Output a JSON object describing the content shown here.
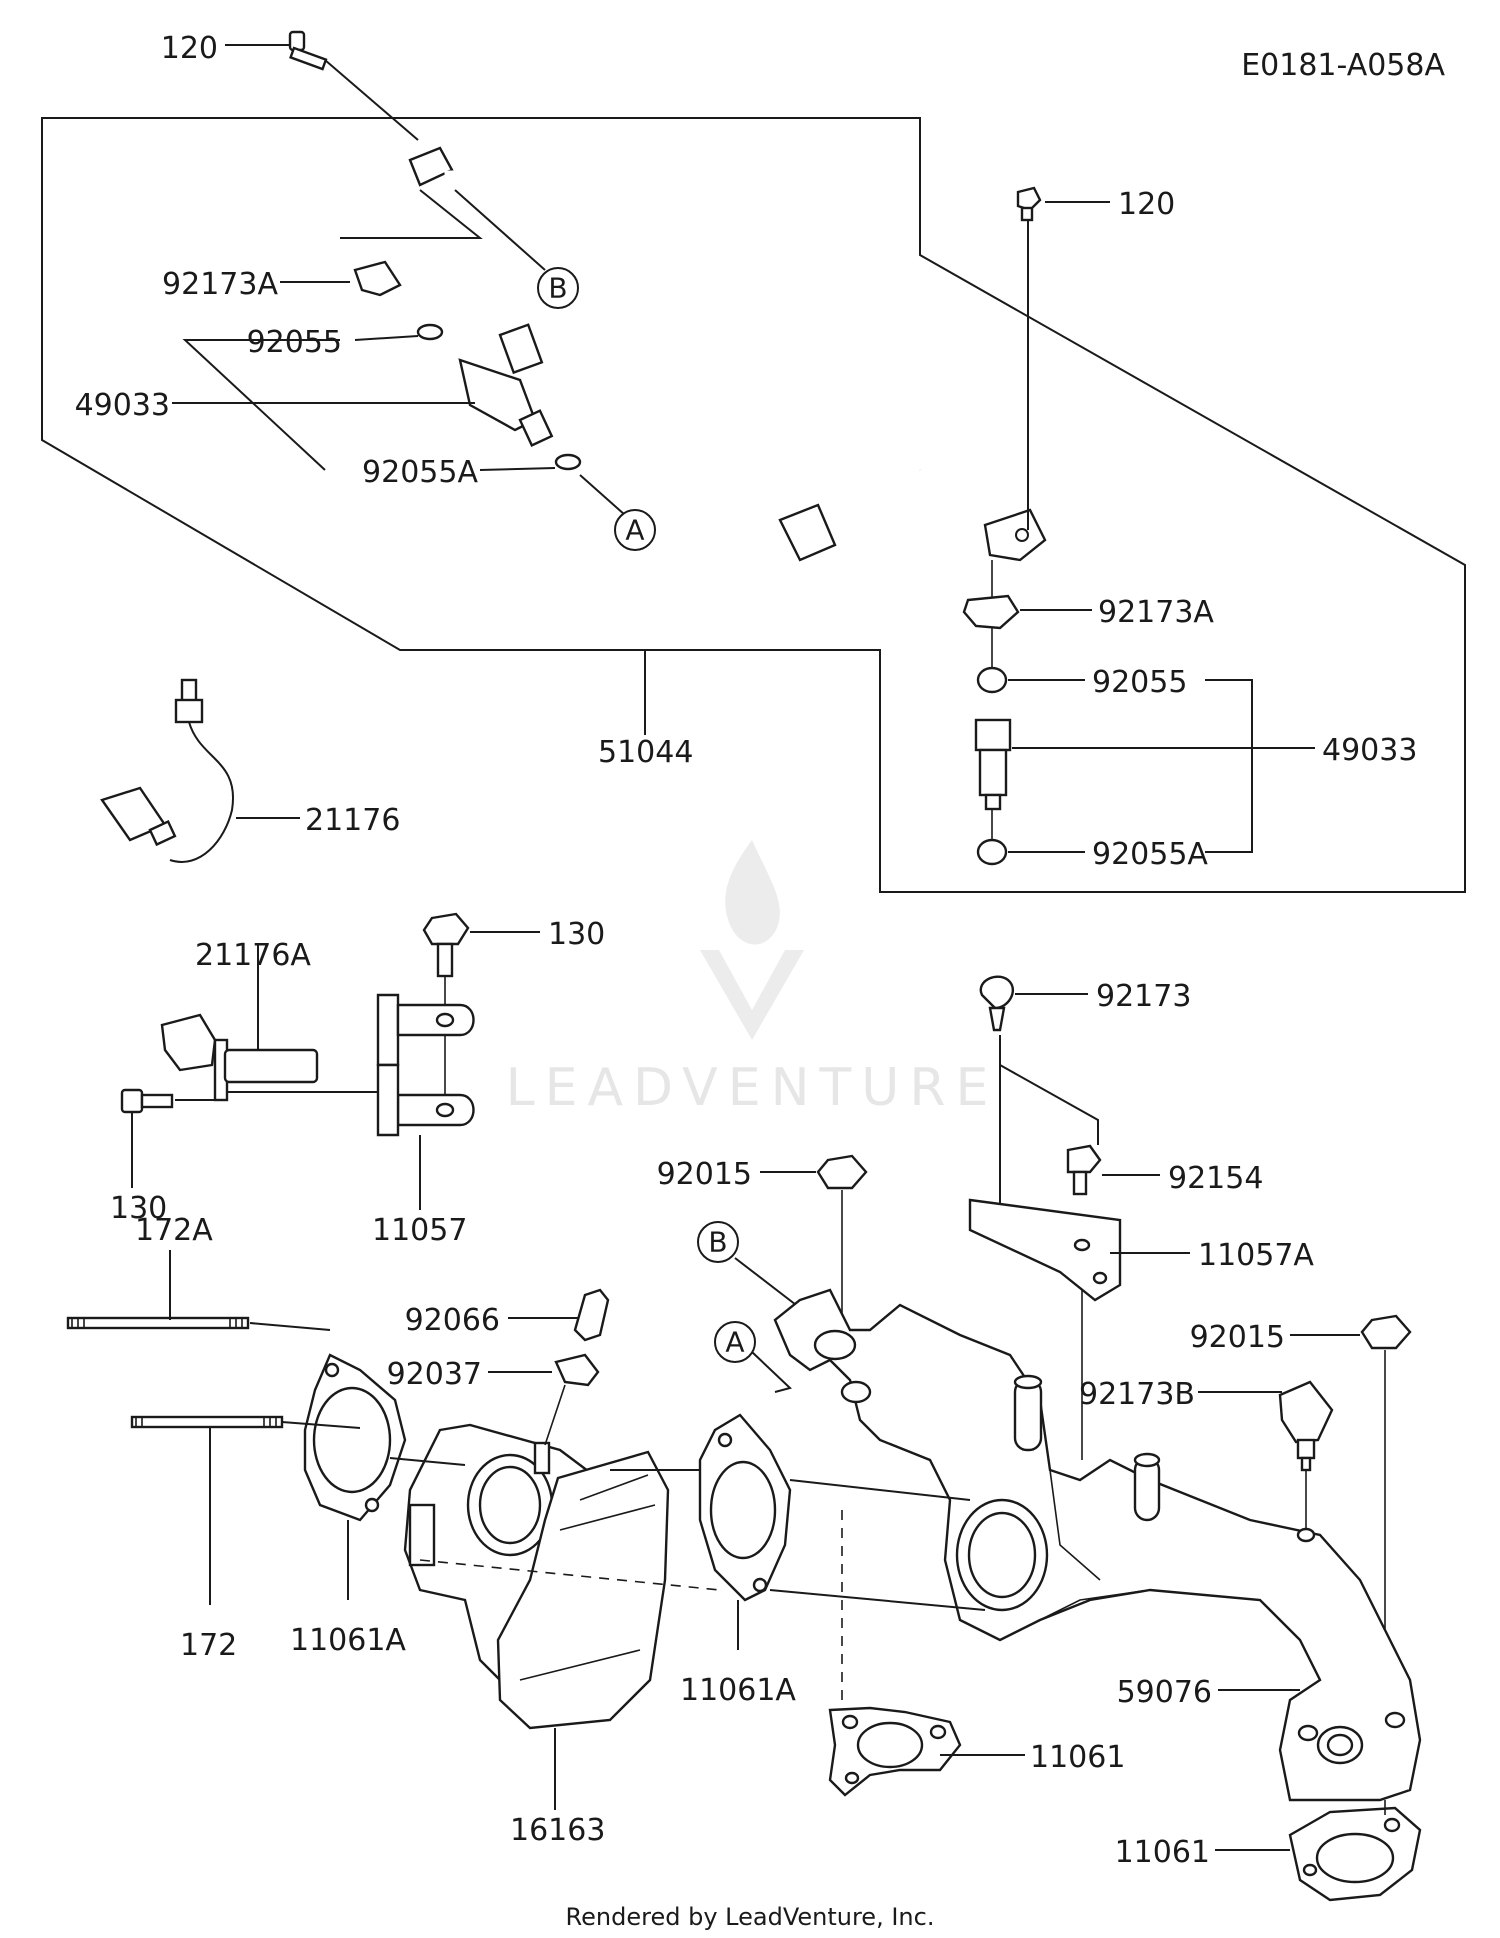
{
  "diagram_code": "E0181-A058A",
  "footer": "Rendered by LeadVenture, Inc.",
  "watermark": "LEADVENTURE",
  "callouts": {
    "a": "A",
    "b": "B"
  },
  "labels": {
    "p120_top": "120",
    "p120_right": "120",
    "p92173A_left": "92173A",
    "p92055_left": "92055",
    "p49033_left": "49033",
    "p92055A_left": "92055A",
    "p92173A_right": "92173A",
    "p92055_right": "92055",
    "p49033_right": "49033",
    "p92055A_right": "92055A",
    "p51044": "51044",
    "p21176": "21176",
    "p21176A": "21176A",
    "p130_top": "130",
    "p130_left": "130",
    "p11057": "11057",
    "p92173": "92173",
    "p92154": "92154",
    "p11057A": "11057A",
    "p92015_mid": "92015",
    "p92015_right": "92015",
    "p92173B": "92173B",
    "p92066": "92066",
    "p92037": "92037",
    "p172A": "172A",
    "p172": "172",
    "p11061A_left": "11061A",
    "p11061A_mid": "11061A",
    "p16163": "16163",
    "p59076": "59076",
    "p11061_mid": "11061",
    "p11061_bottom": "11061"
  }
}
